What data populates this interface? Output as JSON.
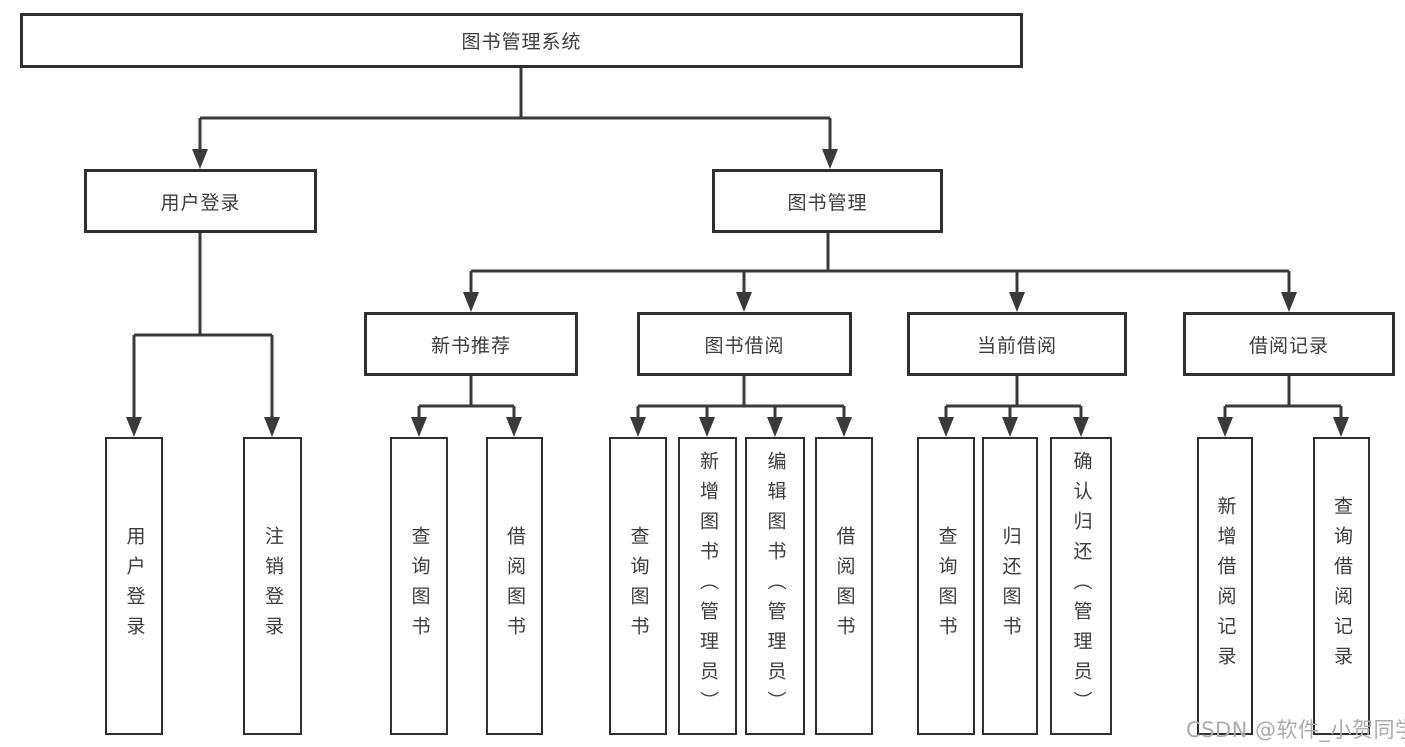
{
  "watermark": "CSDN @软件_小贺同学",
  "colors": {
    "line": "#3a3a3a",
    "border": "#2f2f2f",
    "text": "#3c3c3c",
    "watermark": "#ababab",
    "background": "#ffffff"
  },
  "tree": {
    "label": "图书管理系统",
    "children": [
      {
        "label": "用户登录",
        "children": [
          {
            "label": "用户登录"
          },
          {
            "label": "注销登录"
          }
        ]
      },
      {
        "label": "图书管理",
        "children": [
          {
            "label": "新书推荐",
            "children": [
              {
                "label": "查询图书"
              },
              {
                "label": "借阅图书"
              }
            ]
          },
          {
            "label": "图书借阅",
            "children": [
              {
                "label": "查询图书"
              },
              {
                "label": "新增图书（管理员）"
              },
              {
                "label": "编辑图书（管理员）"
              },
              {
                "label": "借阅图书"
              }
            ]
          },
          {
            "label": "当前借阅",
            "children": [
              {
                "label": "查询图书"
              },
              {
                "label": "归还图书"
              },
              {
                "label": "确认归还（管理员）"
              }
            ]
          },
          {
            "label": "借阅记录",
            "children": [
              {
                "label": "新增借阅记录"
              },
              {
                "label": "查询借阅记录"
              }
            ]
          }
        ]
      }
    ]
  }
}
